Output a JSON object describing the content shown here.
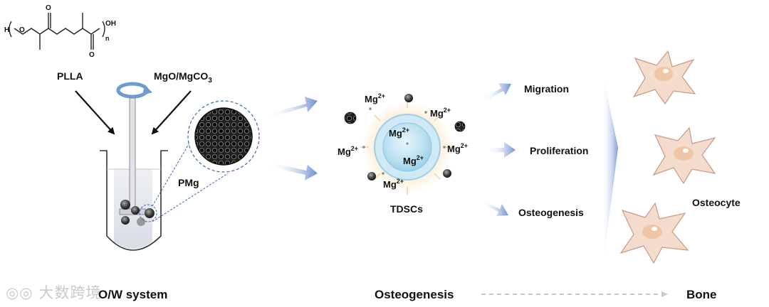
{
  "chemical": {
    "h_end": "H",
    "o_atom": "O",
    "carbonyl_o1": "O",
    "carbonyl_o2": "O",
    "repeat_n": "n",
    "oh_end": "OH"
  },
  "left_panel": {
    "plla_label": "PLLA",
    "mg_compound_base": "MgO/MgCO",
    "mg_compound_sub": "3",
    "pmg_label": "PMg",
    "system_label": "O/W system"
  },
  "center_panel": {
    "ion_base": "Mg",
    "ion_charge": "2+",
    "cell_label": "TDSCs",
    "process_label": "Osteogenesis"
  },
  "effects": {
    "items": [
      "Migration",
      "Proliferation",
      "Osteogenesis"
    ]
  },
  "right_panel": {
    "cell_label": "Osteocyte",
    "outcome_label": "Bone"
  },
  "watermark": {
    "text": "大数跨境"
  },
  "colors": {
    "arrow_blue": "#6f8fd0",
    "cell_fill": "#f4dccd",
    "cell_stroke": "#c79a86",
    "nucleus": "#efc7a6",
    "tdsc_core": "#b8dff0",
    "glow": "#fbe8c8",
    "dashed_arrow": "#c8c8c8"
  }
}
